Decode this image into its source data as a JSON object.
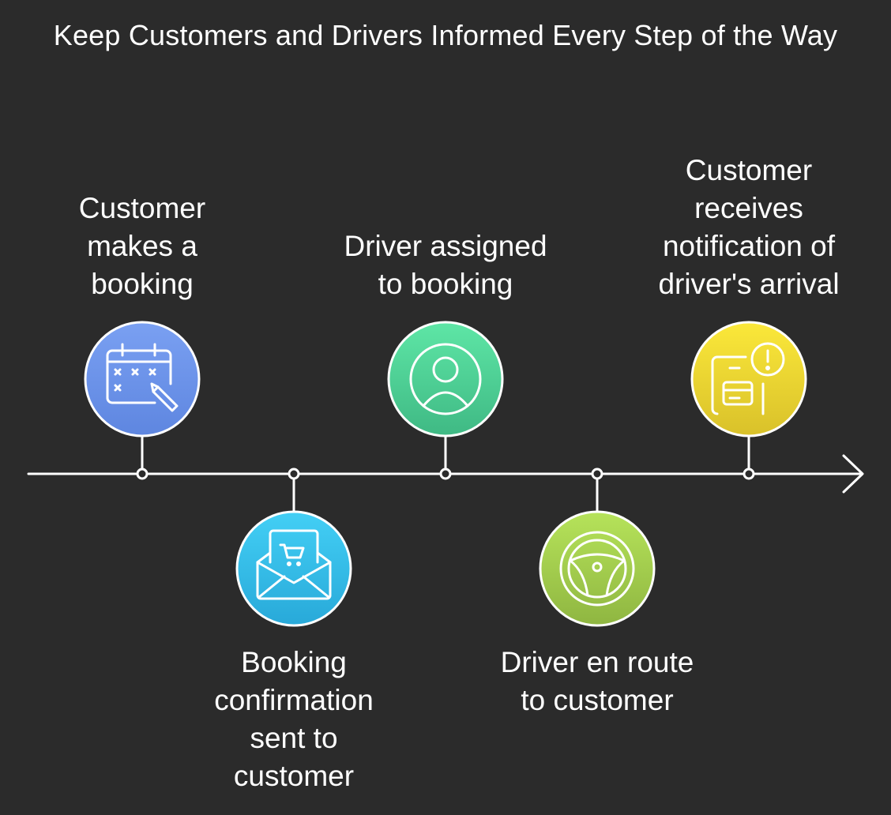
{
  "title": "Keep Customers and Drivers Informed Every Step of the Way",
  "steps": [
    {
      "label": "Customer\nmakes a\nbooking",
      "icon": "calendar-edit-icon",
      "color_top": "#7aa0f2",
      "color_bottom": "#5e86e0"
    },
    {
      "label": "Booking\nconfirmation\nsent to\ncustomer",
      "icon": "mail-cart-icon",
      "color_top": "#43cff5",
      "color_bottom": "#28a9d9"
    },
    {
      "label": "Driver assigned\nto booking",
      "icon": "user-icon",
      "color_top": "#5ee6a6",
      "color_bottom": "#3fb984"
    },
    {
      "label": "Driver en route\nto customer",
      "icon": "steering-wheel-icon",
      "color_top": "#b6e35a",
      "color_bottom": "#8fb641"
    },
    {
      "label": "Customer\nreceives\nnotification of\ndriver's arrival",
      "icon": "phone-alert-icon",
      "color_top": "#fbe83a",
      "color_bottom": "#d9c12a"
    }
  ]
}
